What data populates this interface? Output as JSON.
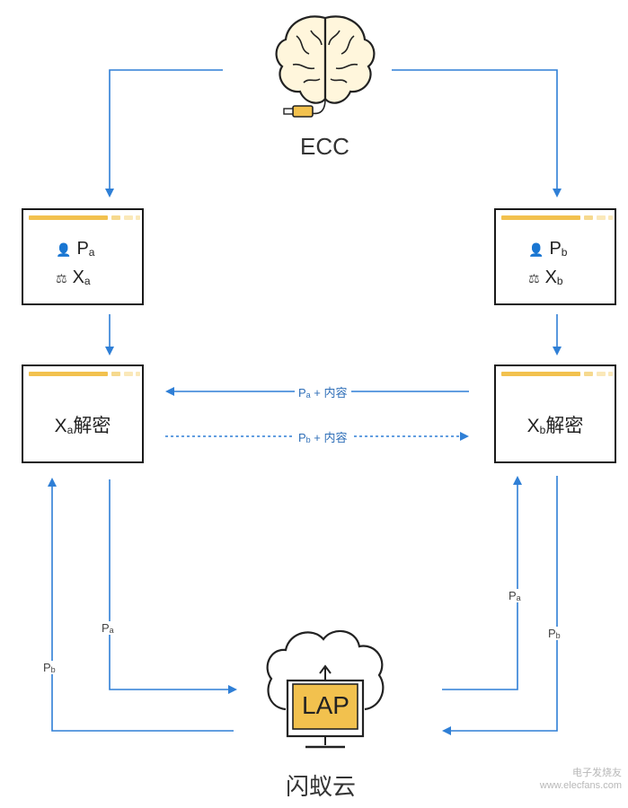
{
  "brain_label": "ECC",
  "cloud_label": "闪蚁云",
  "lap_label": "LAP",
  "box_a_top": {
    "p_main": "P",
    "p_sub": "a",
    "x_main": "X",
    "x_sub": "a"
  },
  "box_b_top": {
    "p_main": "P",
    "p_sub": "b",
    "x_main": "X",
    "x_sub": "b"
  },
  "box_a_mid": {
    "x_main": "X",
    "x_sub": "a",
    "text": "解密"
  },
  "box_b_mid": {
    "x_main": "X",
    "x_sub": "b",
    "text": "解密"
  },
  "arrow_top_label": {
    "p_main": "P",
    "p_sub": "a",
    "suffix": " + 内容"
  },
  "arrow_bottom_label": {
    "p_main": "P",
    "p_sub": "b",
    "suffix": " + 内容"
  },
  "edge_labels": {
    "left_down": {
      "main": "P",
      "sub": "a"
    },
    "left_up": {
      "main": "P",
      "sub": "b"
    },
    "right_up": {
      "main": "P",
      "sub": "a"
    },
    "right_down": {
      "main": "P",
      "sub": "b"
    }
  },
  "watermark": "电子发烧友 www.elecfans.com",
  "colors": {
    "arrow": "#2f7fd6",
    "accent": "#f2c14e",
    "box_border": "#1a1a1a"
  }
}
